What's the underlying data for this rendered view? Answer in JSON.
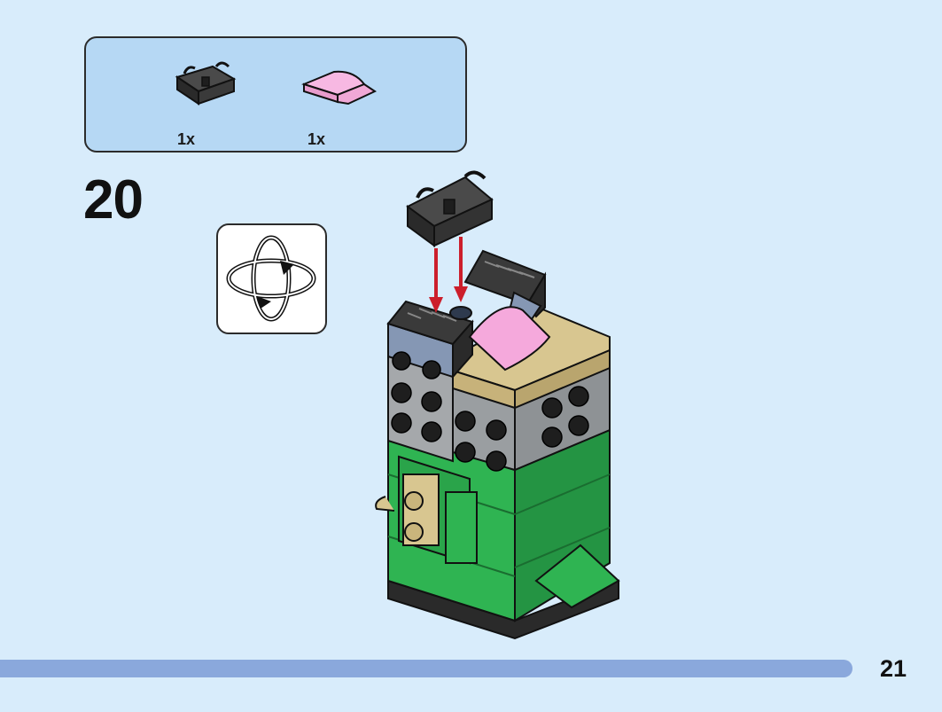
{
  "parts": [
    {
      "name": "black-clip-bracket",
      "qty": "1x"
    },
    {
      "name": "pink-curved-slope",
      "qty": "1x"
    }
  ],
  "step": {
    "number": "20"
  },
  "rotate_icon": "rotate-model-icon",
  "page": {
    "number": "21"
  },
  "progress": {
    "fraction": 0.905
  },
  "colors": {
    "background": "#d8ecfb",
    "parts_panel": "#b6d8f4",
    "progress_bar": "#8aa8dc",
    "arrow": "#cc1e2b",
    "green": "#2fb452",
    "gray": "#a5a8ab",
    "tan": "#d8c690",
    "pink": "#f5a9dc",
    "black": "#2a2a2a"
  }
}
